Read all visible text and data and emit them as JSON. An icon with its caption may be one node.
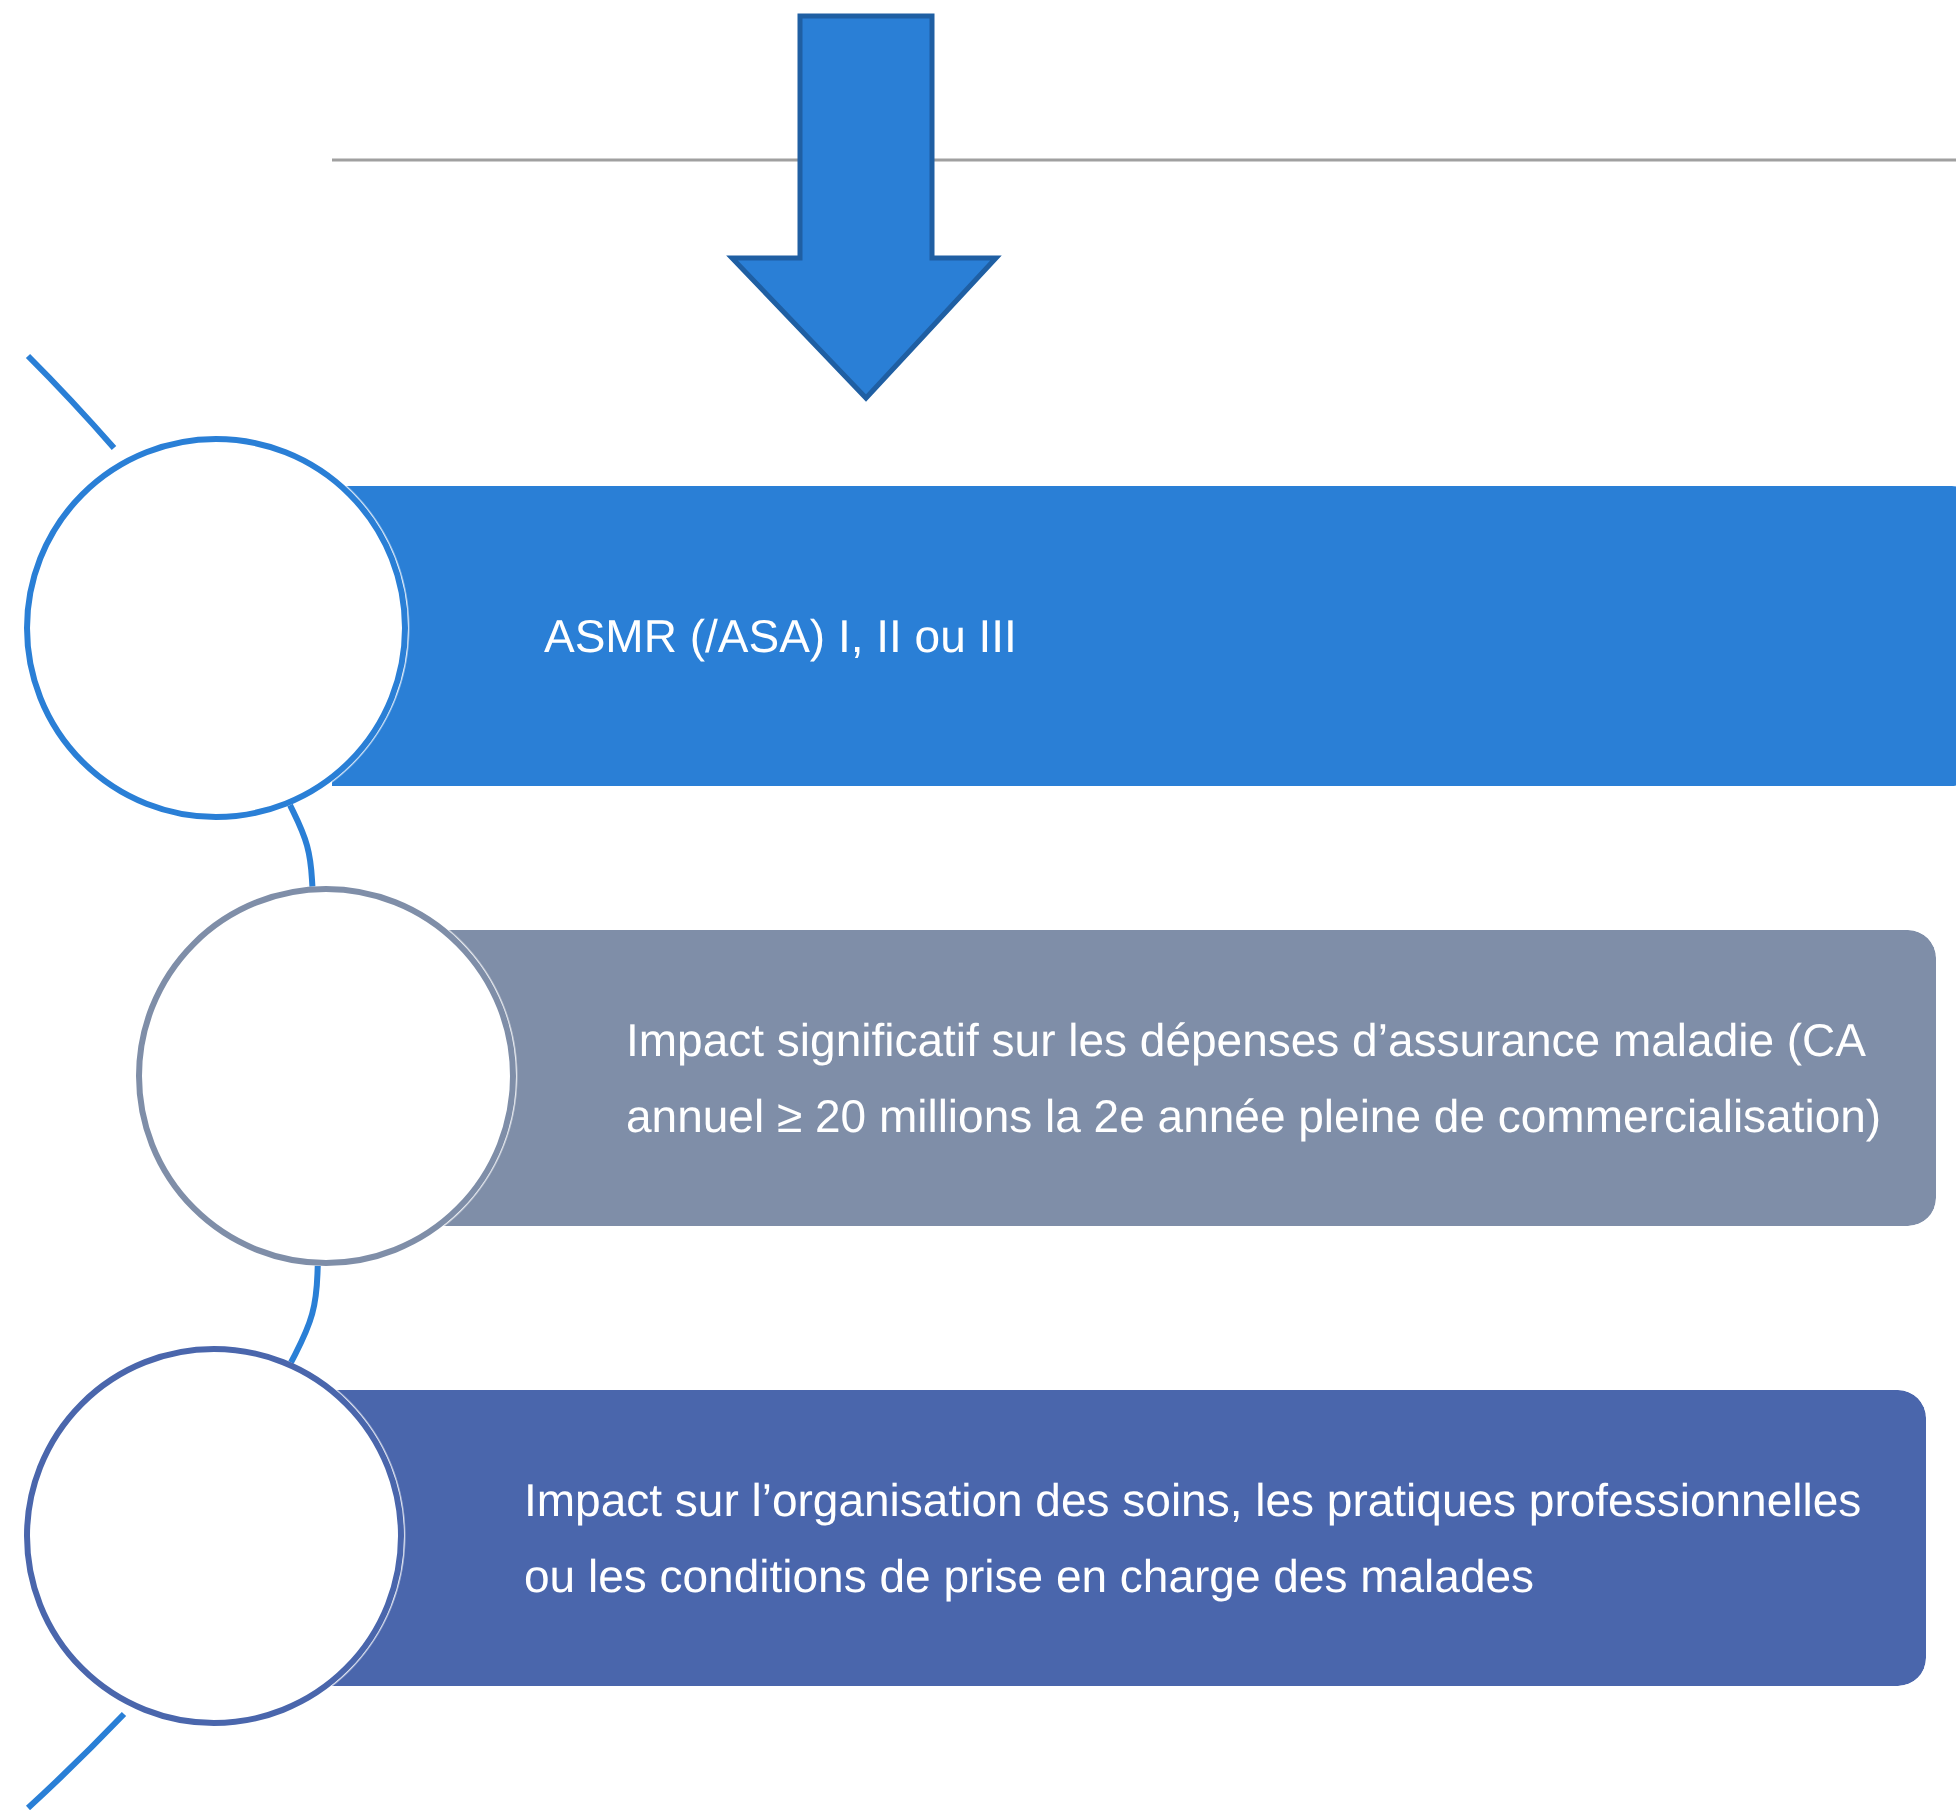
{
  "diagram": {
    "nodes": [
      {
        "text": [],
        "shape": "circle"
      },
      {
        "text": [
          "ASMR (/ASA) I, II ou III"
        ]
      },
      {
        "text": [],
        "shape": "circle"
      },
      {
        "text": [
          "Impact significatif sur les dépenses d’assurance maladie (CA annuel ≥ 20 millions la 2e année pleine de commercialisation)"
        ]
      },
      {
        "text": [],
        "shape": "circle"
      },
      {
        "text": [
          "Impact sur l’organisation des soins, les pratiques professionnelles ou les conditions de prise en charge des malades"
        ]
      }
    ],
    "edges": [
      {
        "from": 0,
        "to": 2,
        "arrow": "none"
      },
      {
        "from": 2,
        "to": 4,
        "arrow": "none"
      }
    ]
  }
}
